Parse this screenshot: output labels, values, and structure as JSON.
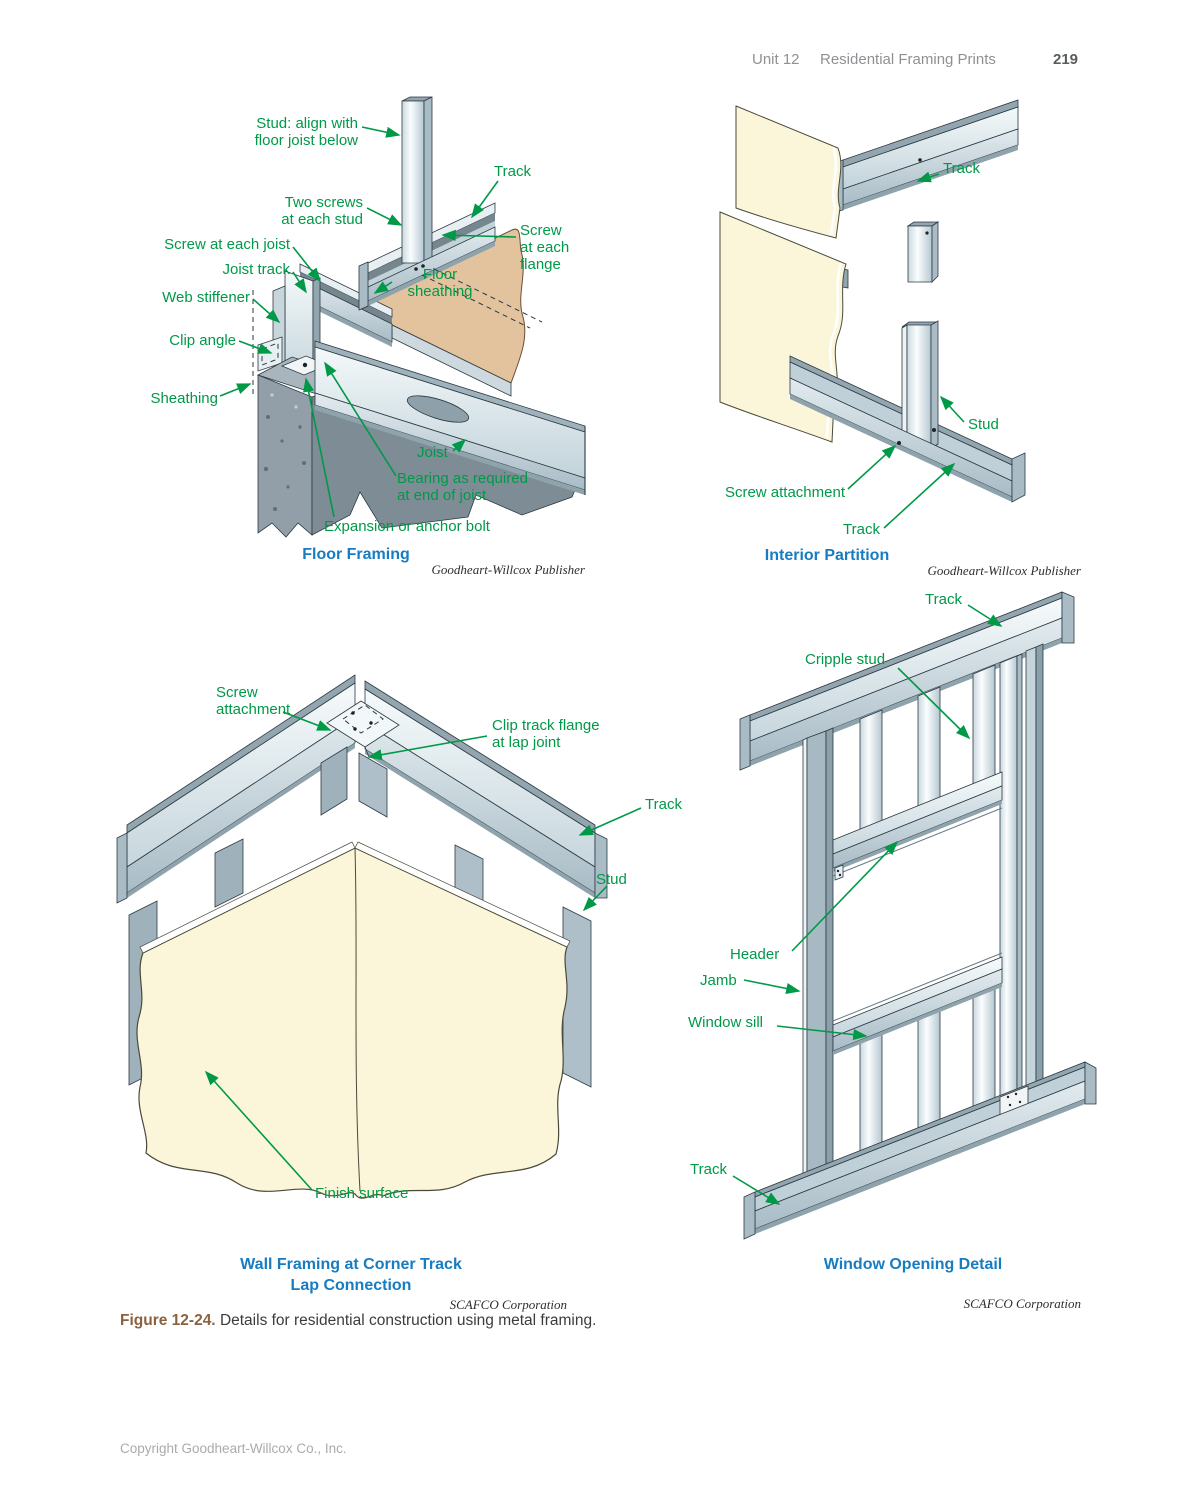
{
  "page": {
    "header": {
      "unit": "Unit 12",
      "title": "Residential Framing Prints",
      "page_number": "219"
    },
    "figure": {
      "label": "Figure 12-24.",
      "caption": "Details for residential construction using metal framing."
    },
    "footer": "Copyright Goodheart-Willcox Co., Inc."
  },
  "colors": {
    "label_green": "#009948",
    "title_blue": "#177CC1",
    "figure_brown": "#8A6240",
    "metal_light": "#EDF3F5",
    "metal_dark": "#8FA3AD",
    "sheathing_tan": "#E2C39E",
    "panel_cream": "#FBF6DA",
    "concrete_gray": "#939FA8"
  },
  "diagrams": {
    "floor": {
      "title": "Floor Framing",
      "credit": "Goodheart-Willcox Publisher",
      "labels": {
        "stud_l1": "Stud: align with",
        "stud_l2": "floor joist below",
        "track": "Track",
        "two_screws_l1": "Two screws",
        "two_screws_l2": "at each stud",
        "screw_joist": "Screw at each joist",
        "joist_track": "Joist track",
        "web_stiffener": "Web stiffener",
        "floor_sheathing_l1": "Floor",
        "floor_sheathing_l2": "sheathing",
        "screw_flange_l1": "Screw",
        "screw_flange_l2": "at each",
        "screw_flange_l3": "flange",
        "clip_angle": "Clip angle",
        "sheathing": "Sheathing",
        "joist": "Joist",
        "bearing_l1": "Bearing as required",
        "bearing_l2": "at end of joist",
        "expansion": "Expansion or anchor bolt"
      }
    },
    "partition": {
      "title": "Interior Partition",
      "credit": "Goodheart-Willcox Publisher",
      "labels": {
        "track_top": "Track",
        "stud": "Stud",
        "screw_attachment": "Screw attachment",
        "track_bottom": "Track"
      }
    },
    "corner": {
      "title_l1": "Wall Framing at Corner Track",
      "title_l2": "Lap Connection",
      "credit": "SCAFCO Corporation",
      "labels": {
        "screw_attachment_l1": "Screw",
        "screw_attachment_l2": "attachment",
        "clip_track_l1": "Clip track flange",
        "clip_track_l2": "at lap joint",
        "track": "Track",
        "stud": "Stud",
        "finish_surface": "Finish surface"
      }
    },
    "window": {
      "title": "Window Opening Detail",
      "credit": "SCAFCO Corporation",
      "labels": {
        "track_top": "Track",
        "cripple_stud": "Cripple stud",
        "header": "Header",
        "jamb": "Jamb",
        "window_sill": "Window sill",
        "track_bottom": "Track"
      }
    }
  }
}
